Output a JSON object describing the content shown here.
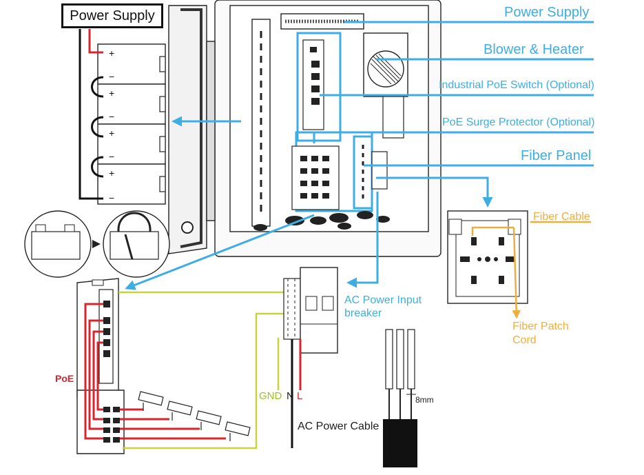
{
  "labels": {
    "power_supply_box": "Power Supply",
    "power_supply": "Power Supply",
    "blower_heater": "Blower & Heater",
    "poe_switch": "Industrial PoE Switch (Optional)",
    "surge_protector": "PoE Surge Protector (Optional)",
    "fiber_panel": "Fiber Panel",
    "fiber_cable": "Fiber Cable",
    "fiber_patch_line1": "Fiber Patch",
    "fiber_patch_line2": "Cord",
    "ac_breaker_line1": "AC Power Input",
    "ac_breaker_line2": "breaker",
    "poe": "PoE",
    "gnd": "GND",
    "n": "N",
    "l": "L",
    "ac_power_cable": "AC Power Cable",
    "wire_size": "8mm"
  },
  "battery_signs": [
    "+",
    "−",
    "+",
    "−",
    "+",
    "−",
    "+",
    "−"
  ],
  "colors": {
    "callout": "#3daee3",
    "fiber": "#f0ad3c",
    "poe_wire": "#d9232d",
    "ground_wire": "#c8d23a",
    "line": "#1d1d1d"
  }
}
